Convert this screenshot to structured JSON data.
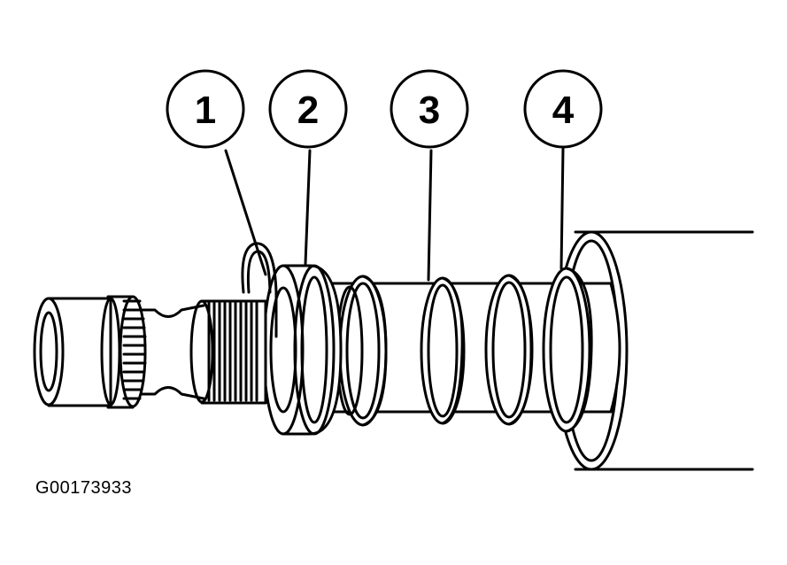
{
  "diagram": {
    "callouts": [
      {
        "label": "1"
      },
      {
        "label": "2"
      },
      {
        "label": "3"
      },
      {
        "label": "4"
      }
    ],
    "figure_id": "G00173933"
  }
}
